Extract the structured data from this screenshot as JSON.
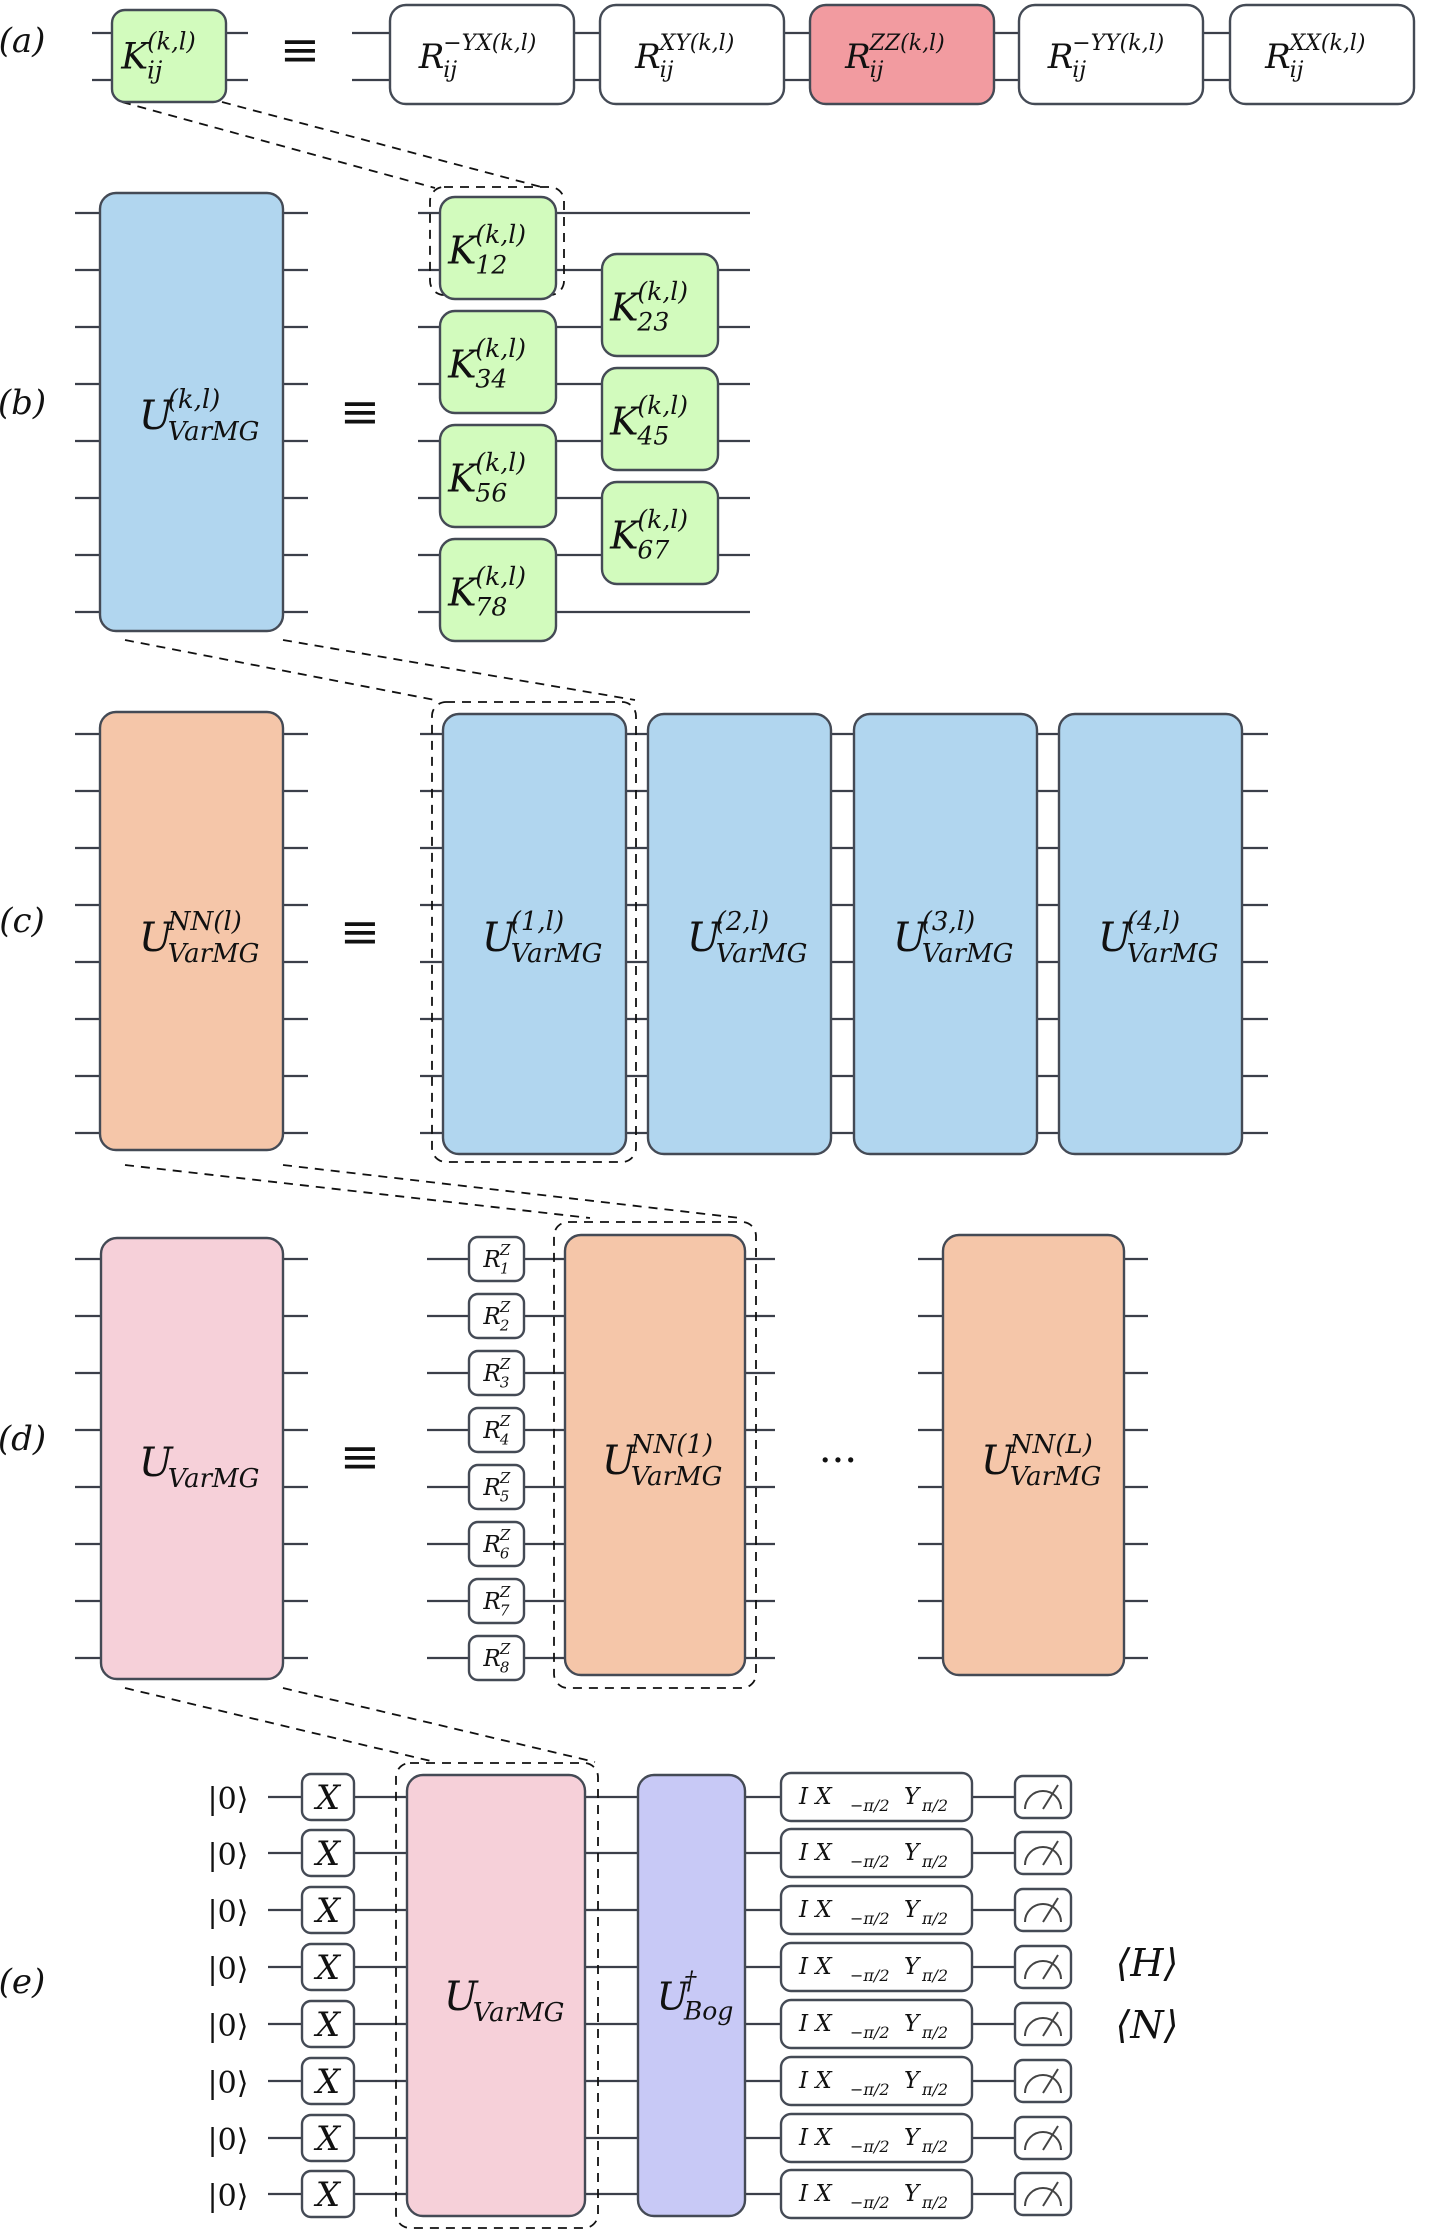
{
  "colors": {
    "kgate": "#d2fbbd",
    "rzz": "#f29ba0",
    "varmg": "#b1d6ef",
    "nn": "#f5c6a9",
    "full": "#f6d0d9",
    "bog": "#c8c9f6",
    "white": "#ffffff"
  },
  "labels": {
    "a": "(a)",
    "b": "(b)",
    "c": "(c)",
    "d": "(d)",
    "e": "(e)",
    "equiv": "≡",
    "dots": "···"
  },
  "row_a": {
    "k_base": "K",
    "k_sup": "(k,l)",
    "k_sub": "ij",
    "rgates": [
      {
        "base": "R",
        "sup": "−YX(k,l)",
        "sub": "ij"
      },
      {
        "base": "R",
        "sup": "XY(k,l)",
        "sub": "ij"
      },
      {
        "base": "R",
        "sup": "ZZ(k,l)",
        "sub": "ij"
      },
      {
        "base": "R",
        "sup": "−YY(k,l)",
        "sub": "ij"
      },
      {
        "base": "R",
        "sup": "XX(k,l)",
        "sub": "ij"
      }
    ]
  },
  "row_b": {
    "u_base": "U",
    "u_sup": "(k,l)",
    "u_sub": "VarMG",
    "k_base": "K",
    "k_sup": "(k,l)",
    "k_subs": [
      "12",
      "34",
      "56",
      "78",
      "23",
      "45",
      "67"
    ]
  },
  "row_c": {
    "u_base": "U",
    "u_sup": "NN(l)",
    "u_sub": "VarMG",
    "blocks": [
      {
        "base": "U",
        "sup": "(1,l)",
        "sub": "VarMG"
      },
      {
        "base": "U",
        "sup": "(2,l)",
        "sub": "VarMG"
      },
      {
        "base": "U",
        "sup": "(3,l)",
        "sub": "VarMG"
      },
      {
        "base": "U",
        "sup": "(4,l)",
        "sub": "VarMG"
      }
    ]
  },
  "row_d": {
    "u_base": "U",
    "u_sub": "VarMG",
    "rz_base": "R",
    "rz_sup": "Z",
    "rz_subs": [
      "1",
      "2",
      "3",
      "4",
      "5",
      "6",
      "7",
      "8"
    ],
    "nn1": {
      "base": "U",
      "sup": "NN(1)",
      "sub": "VarMG"
    },
    "nnL": {
      "base": "U",
      "sup": "NN(L)",
      "sub": "VarMG"
    }
  },
  "row_e": {
    "ket": "|0⟩",
    "x_gate": "X",
    "u_base": "U",
    "u_sub": "VarMG",
    "bog_base": "U",
    "bog_sup": "†",
    "bog_sub": "Bog",
    "basis_i": "I",
    "basis_x": "X",
    "basis_x_sub": "−π/2",
    "basis_y": "Y",
    "basis_y_sub": "π/2",
    "expect_h": "⟨H⟩",
    "expect_n": "⟨N⟩"
  }
}
